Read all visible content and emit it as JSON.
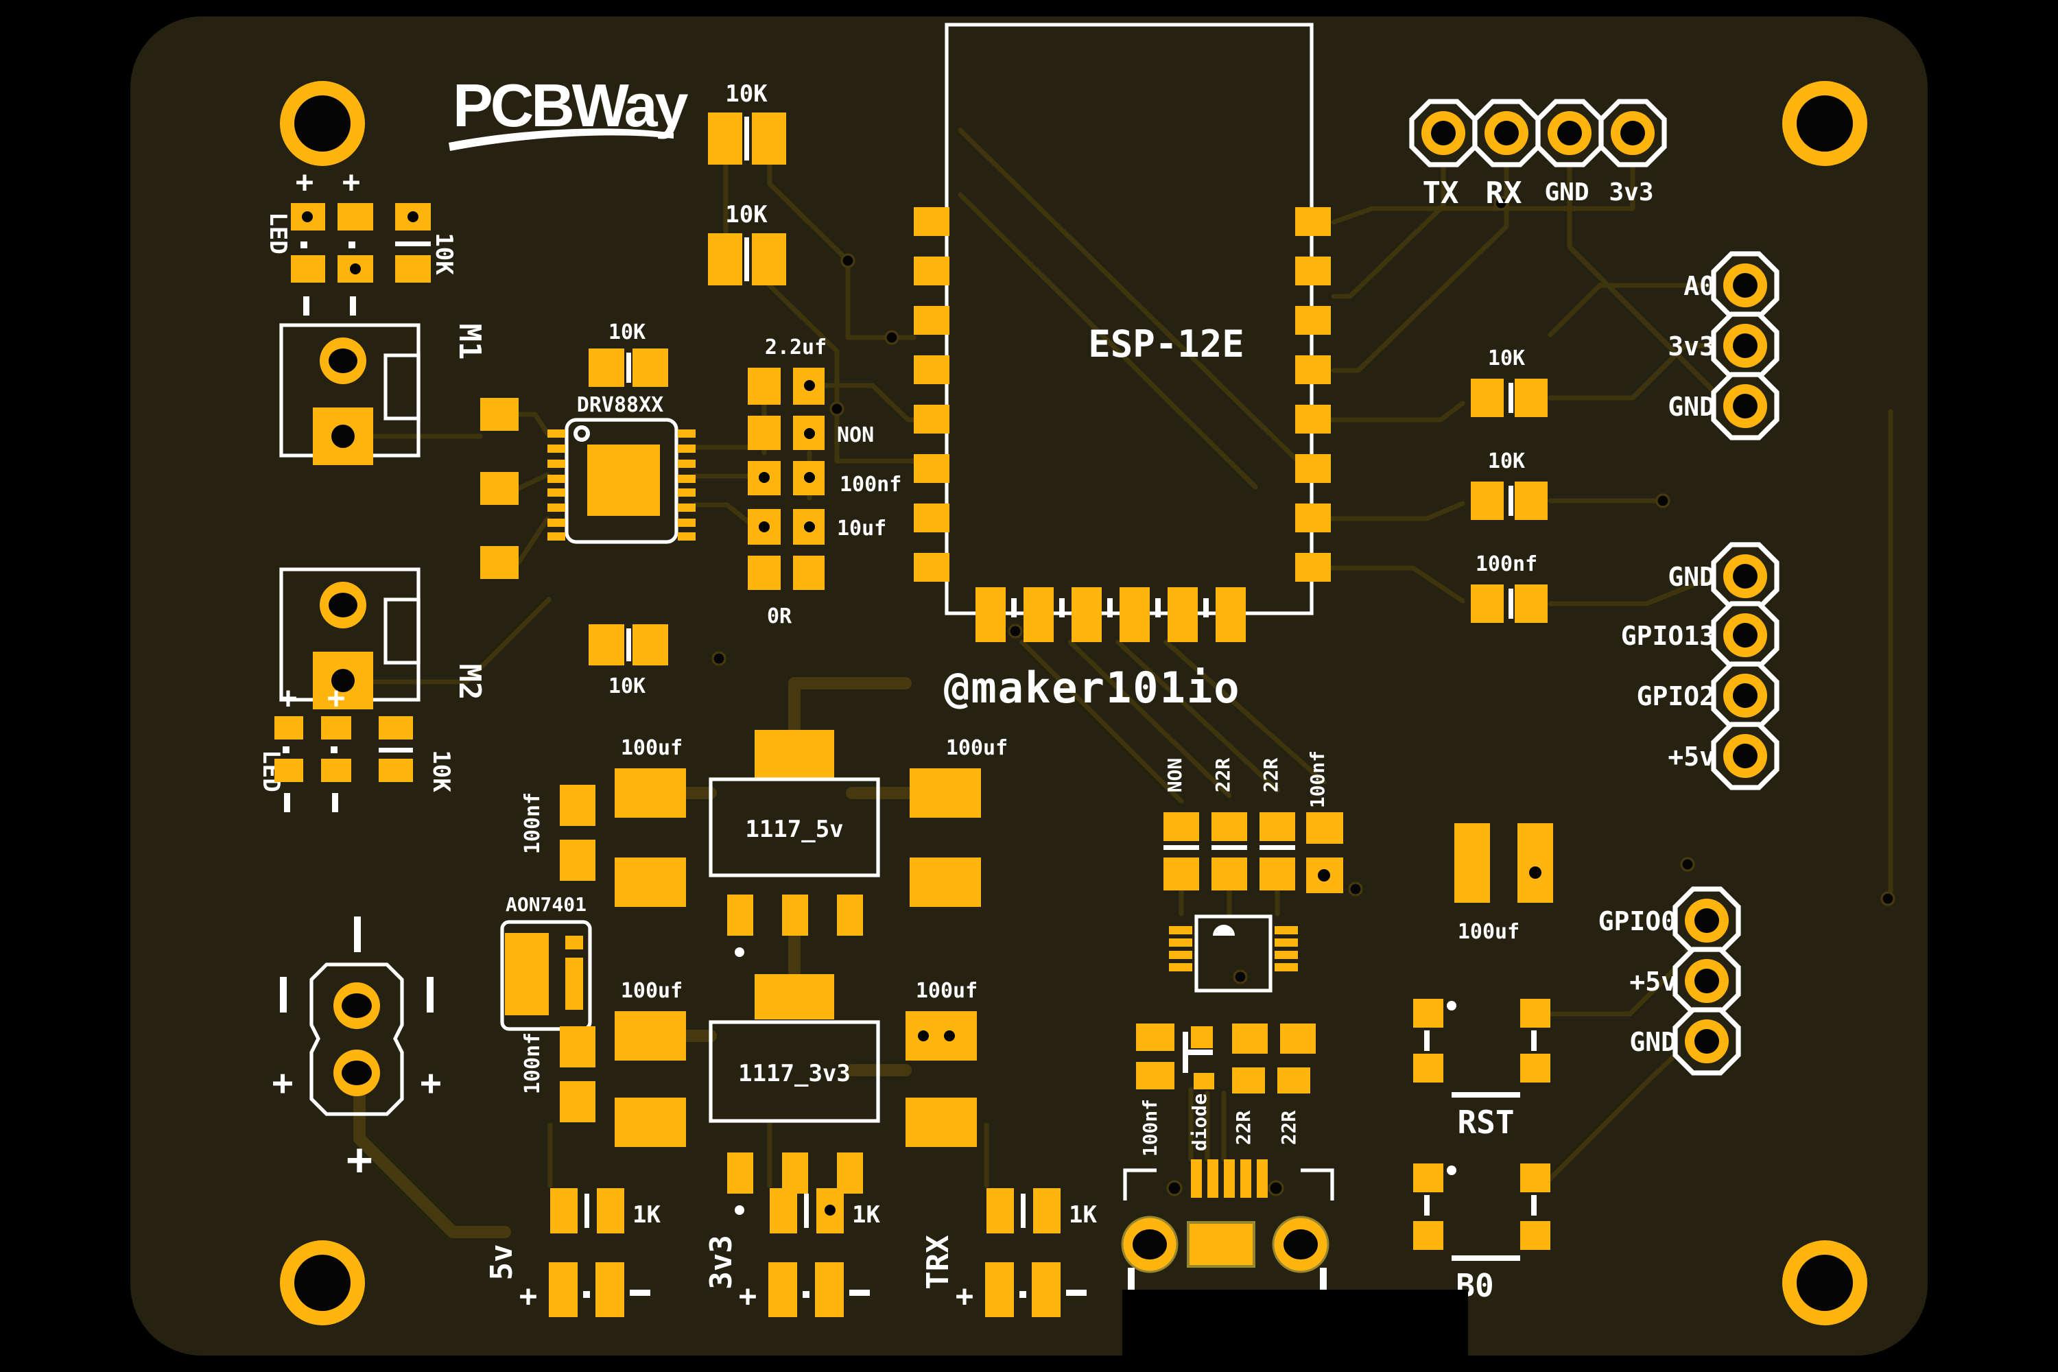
{
  "brand": {
    "name": "PCBWay"
  },
  "author": {
    "handle": "@maker101io"
  },
  "modules": {
    "wifi": "ESP-12E",
    "motor_driver": "DRV88XX",
    "mosfet": "AON7401",
    "regulator_5v": "1117_5v",
    "regulator_3v3": "1117_3v3"
  },
  "connectors": {
    "motor1": "M1",
    "motor2": "M2"
  },
  "buttons": {
    "reset": "RST",
    "flash": "B0"
  },
  "headers": {
    "serial": [
      "TX",
      "RX",
      "GND",
      "3v3"
    ],
    "analog": [
      "A0",
      "3v3",
      "GND"
    ],
    "gpio": [
      "GND",
      "GPIO13",
      "GPIO2",
      "+5v"
    ],
    "boot": [
      "GPIO0",
      "+5v",
      "GND"
    ]
  },
  "indicators": {
    "v5": "5v",
    "v33": "3v3",
    "trx": "TRX",
    "led": "LED"
  },
  "values": {
    "r_10k": "10K",
    "r_1k": "1K",
    "r_22r": "22R",
    "r_0r": "0R",
    "c_2_2uf": "2.2uf",
    "c_100nf": "100nf",
    "c_10uf": "10uf",
    "c_100uf": "100uf",
    "not_fitted": "NON",
    "diode": "diode"
  },
  "marks": {
    "plus": "+",
    "minus": "-"
  },
  "colors": {
    "background": "#000000",
    "board": "#262211",
    "copper_trace": "#3e350f",
    "pad_gold": "#ffb40e",
    "silkscreen": "#ffffff"
  }
}
